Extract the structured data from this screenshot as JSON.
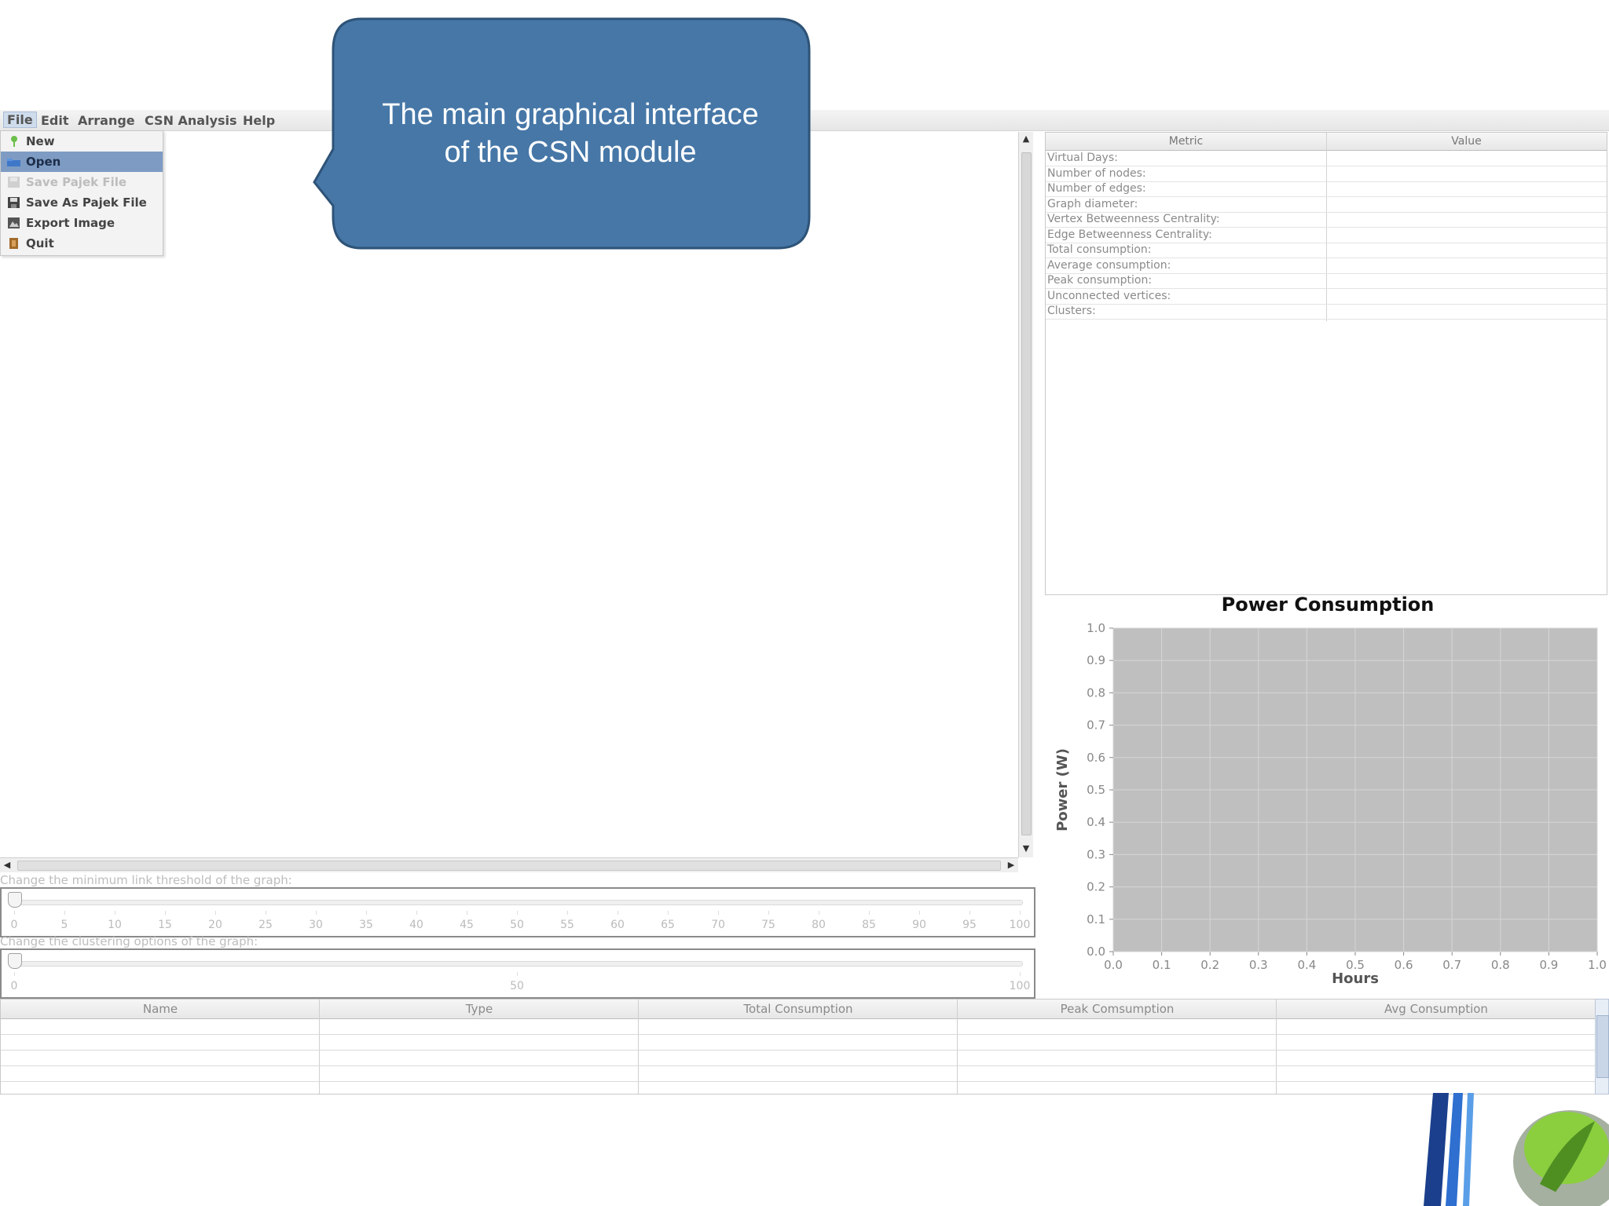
{
  "menubar": {
    "items": [
      "File",
      "Edit",
      "Arrange",
      "CSN Analysis",
      "Help"
    ]
  },
  "file_menu": {
    "items": [
      {
        "label": "New",
        "icon": "new-file-icon",
        "state": "normal"
      },
      {
        "label": "Open",
        "icon": "open-folder-icon",
        "state": "selected"
      },
      {
        "label": "Save Pajek File",
        "icon": "save-icon",
        "state": "disabled"
      },
      {
        "label": "Save As Pajek File",
        "icon": "save-as-icon",
        "state": "normal"
      },
      {
        "label": "Export Image",
        "icon": "export-image-icon",
        "state": "normal"
      },
      {
        "label": "Quit",
        "icon": "quit-icon",
        "state": "normal"
      }
    ]
  },
  "callout": {
    "line1": "The main graphical interface",
    "line2": "of the CSN module",
    "color": "#4677a7"
  },
  "threshold_slider": {
    "caption": "Change the minimum link threshold of the graph:",
    "value": 0,
    "min": 0,
    "max": 100,
    "ticks": [
      "0",
      "5",
      "10",
      "15",
      "20",
      "25",
      "30",
      "35",
      "40",
      "45",
      "50",
      "55",
      "60",
      "65",
      "70",
      "75",
      "80",
      "85",
      "90",
      "95",
      "100"
    ]
  },
  "clustering_slider": {
    "caption": "Change the clustering options of the graph:",
    "value": 0,
    "min": 0,
    "max": 100,
    "ticks": [
      "0",
      "50",
      "100"
    ]
  },
  "metrics": {
    "headers": [
      "Metric",
      "Value"
    ],
    "rows": [
      "Virtual Days:",
      "Number of nodes:",
      "Number of edges:",
      "Graph diameter:",
      "Vertex Betweenness Centrality:",
      "Edge Betweenness Centrality:",
      "Total consumption:",
      "Average consumption:",
      "Peak consumption:",
      "Unconnected vertices:",
      "Clusters:"
    ]
  },
  "chart_data": {
    "type": "line",
    "title": "Power Consumption",
    "xlabel": "Hours",
    "ylabel": "Power (W)",
    "xlim": [
      0,
      1
    ],
    "ylim": [
      0,
      1
    ],
    "xticks": [
      "0.0",
      "0.1",
      "0.2",
      "0.3",
      "0.4",
      "0.5",
      "0.6",
      "0.7",
      "0.8",
      "0.9",
      "1.0"
    ],
    "yticks": [
      "0.0",
      "0.1",
      "0.2",
      "0.3",
      "0.4",
      "0.5",
      "0.6",
      "0.7",
      "0.8",
      "0.9",
      "1.0"
    ],
    "series": [],
    "grid": true,
    "plot_background": "#bfbfbf"
  },
  "bottom_table": {
    "headers": [
      "Name",
      "Type",
      "Total Consumption",
      "Peak Comsumption",
      "Avg Consumption"
    ],
    "row_count": 5
  }
}
